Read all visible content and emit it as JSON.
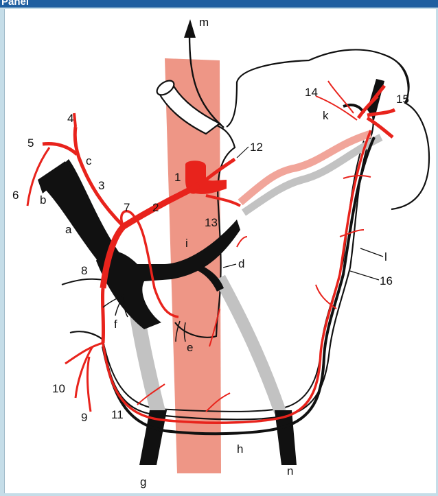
{
  "header": {
    "title": "Panel"
  },
  "colors": {
    "artery": "#e8231c",
    "vein": "#111111",
    "aorta_band": "#ee9686",
    "pale_artery": "#f1a59a",
    "pale_vein": "#c2c2c2",
    "outline": "#111111",
    "header_bg": "#1f5fa0",
    "frame_bg": "#c5dde8"
  },
  "labels": {
    "n1": "1",
    "n2": "2",
    "n3": "3",
    "n4": "4",
    "n5": "5",
    "n6": "6",
    "n7": "7",
    "n8": "8",
    "n9": "9",
    "n10": "10",
    "n11": "11",
    "n12": "12",
    "n13": "13",
    "n14": "14",
    "n15": "15",
    "n16": "16",
    "a": "a",
    "b": "b",
    "c": "c",
    "d": "d",
    "e": "e",
    "f": "f",
    "g": "g",
    "h": "h",
    "i": "i",
    "k": "k",
    "l": "l",
    "m": "m",
    "n": "n"
  }
}
